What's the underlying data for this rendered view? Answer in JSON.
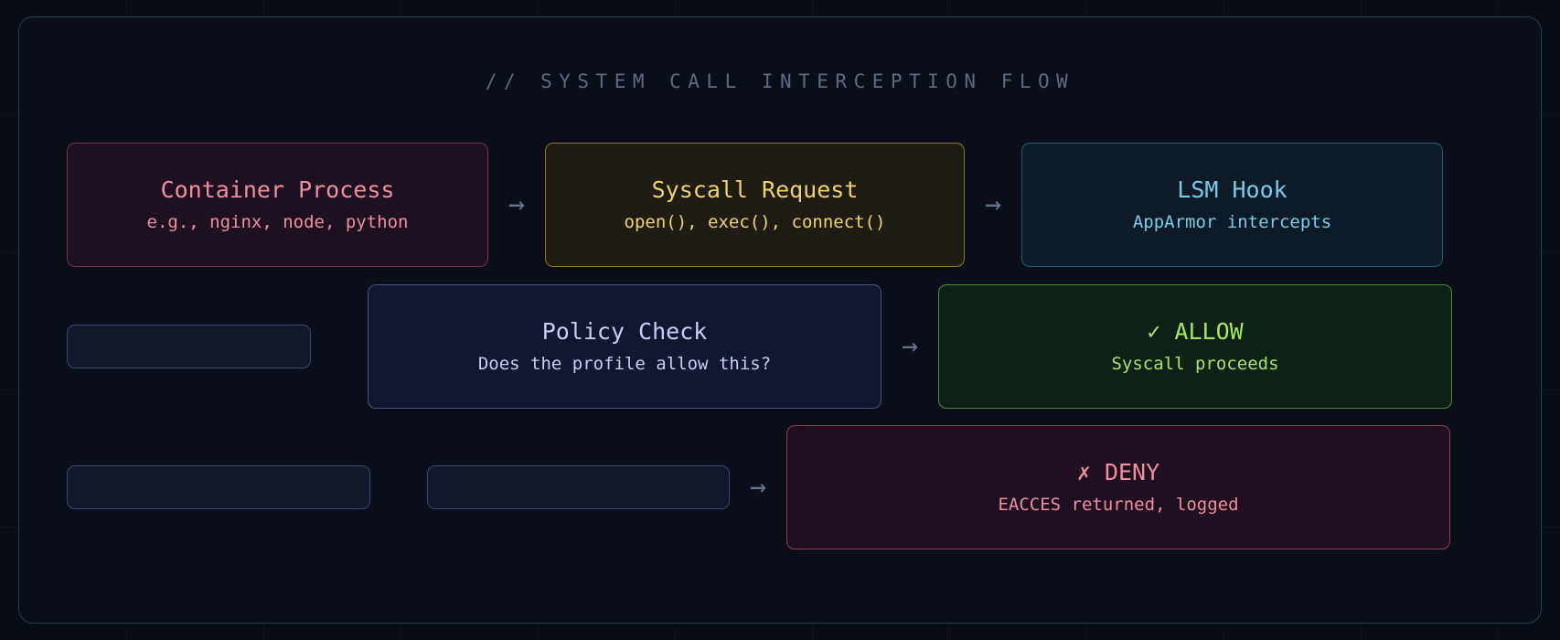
{
  "panel": {
    "title": "// SYSTEM CALL INTERCEPTION FLOW",
    "border_color": "#1e4150",
    "background_color": "#090e18"
  },
  "colors": {
    "page_background": "#080c14",
    "title_text": "#5c6b82",
    "arrow": "#66758f",
    "red_accent": "#ef8f9e",
    "yellow_accent": "#edd36e",
    "cyan_accent": "#79cbe8",
    "indigo_accent": "#c8cdf4",
    "green_accent": "#a4e562",
    "deny_accent": "#ee8d9c"
  },
  "rows": [
    {
      "nodes": [
        {
          "id": "container",
          "title": "Container Process",
          "subtitle": "e.g., nginx, node, python",
          "variant": "red"
        },
        {
          "id": "syscall",
          "title": "Syscall Request",
          "subtitle": "open(), exec(), connect()",
          "variant": "yellow"
        },
        {
          "id": "lsm",
          "title": "LSM Hook",
          "subtitle": "AppArmor intercepts",
          "variant": "cyan"
        }
      ],
      "arrows": [
        "→",
        "→"
      ]
    },
    {
      "nodes": [
        {
          "id": "spacer-a",
          "title": "",
          "subtitle": "",
          "variant": "empty"
        },
        {
          "id": "policy",
          "title": "Policy Check",
          "subtitle": "Does the profile allow this?",
          "variant": "indigo"
        },
        {
          "id": "allow",
          "title": "✓ ALLOW",
          "subtitle": "Syscall proceeds",
          "variant": "green"
        }
      ],
      "arrows": [
        "→"
      ]
    },
    {
      "nodes": [
        {
          "id": "spacer-b",
          "title": "",
          "subtitle": "",
          "variant": "empty"
        },
        {
          "id": "spacer-c",
          "title": "",
          "subtitle": "",
          "variant": "empty"
        },
        {
          "id": "deny",
          "title": "✗ DENY",
          "subtitle": "EACCES returned, logged",
          "variant": "deny"
        }
      ],
      "arrows": [
        "→"
      ]
    }
  ]
}
